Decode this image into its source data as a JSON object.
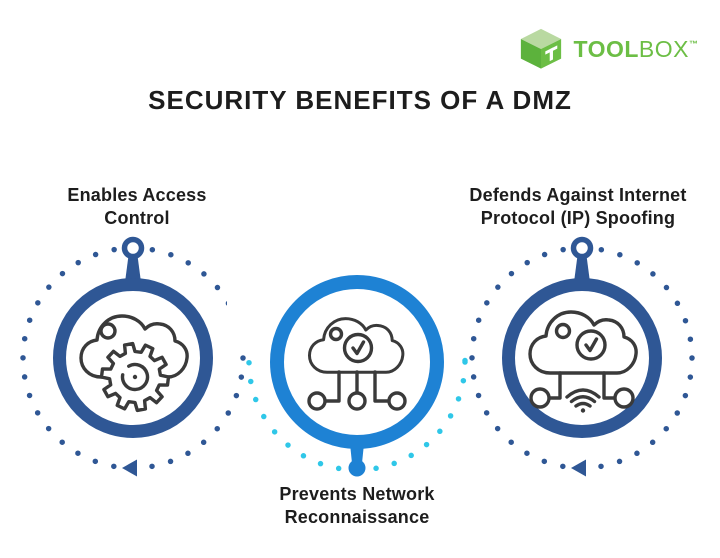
{
  "logo": {
    "brand_bold": "TOOL",
    "brand_light": "BOX",
    "trademark": "™",
    "cube_icon": "toolbox-cube-icon"
  },
  "title": "SECURITY BENEFITS OF A DMZ",
  "benefits": [
    {
      "id": "access-control",
      "label_lines": [
        "Enables Access",
        "Control"
      ],
      "icon": "cloud-gear-icon",
      "accent": "navy",
      "pin_position": "top",
      "has_arrowhead": true
    },
    {
      "id": "network-reconnaissance",
      "label_lines": [
        "Prevents Network",
        "Reconnaissance"
      ],
      "icon": "cloud-check-network-icon",
      "accent": "azure",
      "pin_position": "bottom",
      "has_arrowhead": false
    },
    {
      "id": "ip-spoofing",
      "label_lines": [
        "Defends Against Internet",
        "Protocol (IP) Spoofing"
      ],
      "icon": "cloud-check-wifi-icon",
      "accent": "navy",
      "pin_position": "top",
      "has_arrowhead": true
    }
  ],
  "colors": {
    "navy": "#2f5795",
    "azure": "#1e82d4",
    "cyan": "#2fc7e8",
    "icon_stroke": "#3a3a3a",
    "text": "#1d1d1d",
    "logo_green": "#6cbe45",
    "logo_green_light": "#b9d9a1",
    "logo_green_dark": "#5cb23c",
    "background": "#ffffff"
  }
}
